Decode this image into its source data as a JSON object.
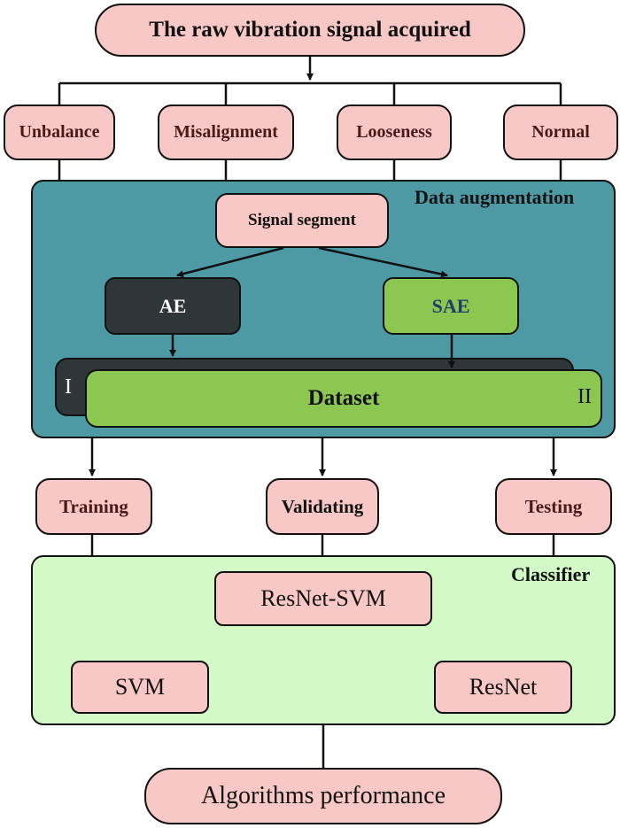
{
  "title": "The raw vibration signal acquired",
  "fault_types": [
    "Unbalance",
    "Misalignment",
    "Looseness",
    "Normal"
  ],
  "augmentation": {
    "title": "Data augmentation",
    "segment": "Signal segment",
    "ae": "AE",
    "sae": "SAE",
    "dataset": "Dataset",
    "marker_left": "I",
    "marker_right": "II"
  },
  "splits": [
    "Training",
    "Validating",
    "Testing"
  ],
  "classifier": {
    "title": "Classifier",
    "models": [
      "ResNet-SVM",
      "SVM",
      "ResNet"
    ]
  },
  "result": "Algorithms performance",
  "colors": {
    "pink": "#f8c8c6",
    "teal_panel": "#4e9aa4",
    "dark_box": "#2e3638",
    "green_box": "#8cc751",
    "light_green_panel": "#d2f9c6",
    "sae_text": "#1d3f6e"
  }
}
